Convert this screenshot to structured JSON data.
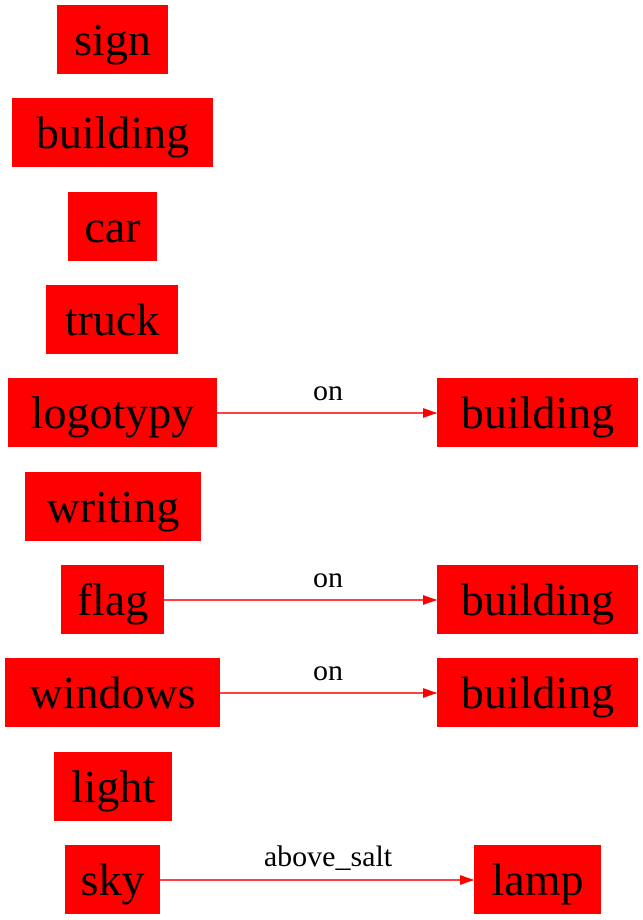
{
  "graph": {
    "node_color": "#ff0000",
    "edge_color": "#ff0000",
    "text_color": "#000000",
    "left_nodes": [
      "sign",
      "building",
      "car",
      "truck",
      "logotypy",
      "writing",
      "flag",
      "windows",
      "light",
      "sky"
    ],
    "edges": [
      {
        "from": "logotypy",
        "label": "on",
        "to": "building"
      },
      {
        "from": "flag",
        "label": "on",
        "to": "building"
      },
      {
        "from": "windows",
        "label": "on",
        "to": "building"
      },
      {
        "from": "sky",
        "label": "above_salt",
        "to": "lamp"
      }
    ]
  }
}
